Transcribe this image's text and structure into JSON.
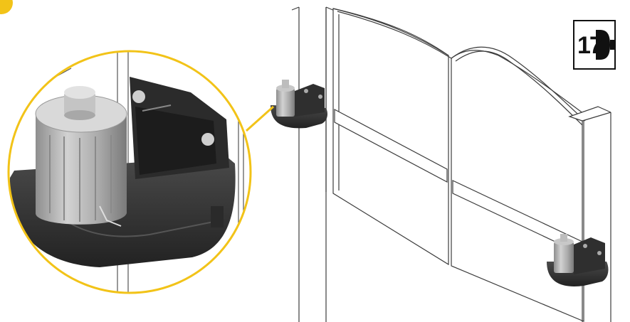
{
  "figure": {
    "step_number": "17",
    "accent_color": "#f2c318",
    "motor_color": "#b5b5b5",
    "housing_color": "#3a3a3a",
    "icons": [
      "step-badge-icon",
      "zoom-callout-circle",
      "gate-motor-unit"
    ]
  }
}
